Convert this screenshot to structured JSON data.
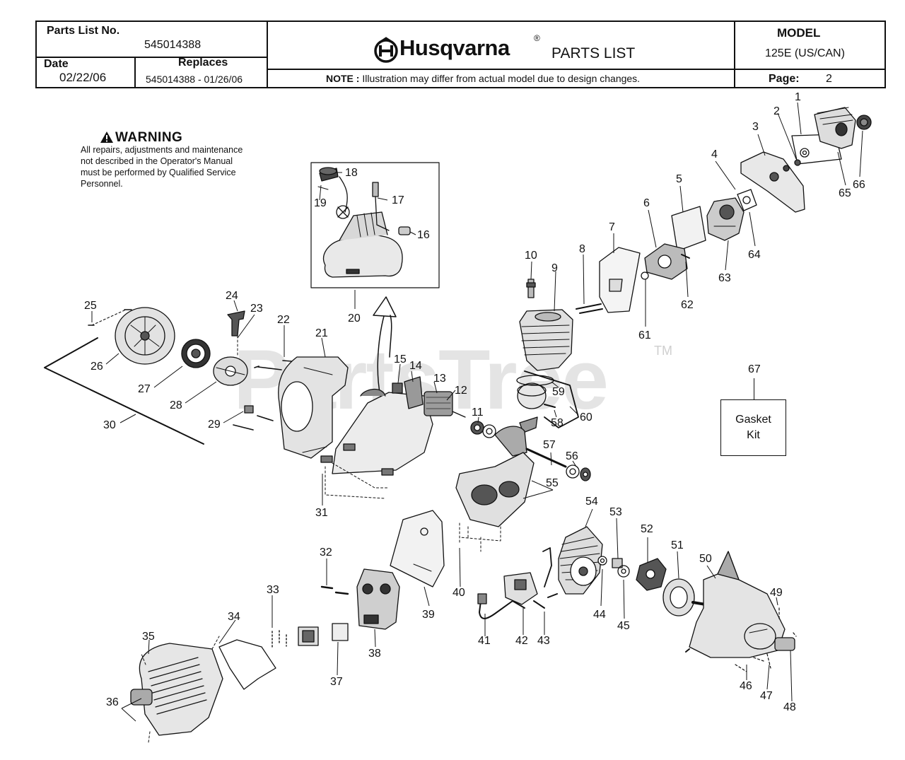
{
  "header": {
    "parts_list_no_label": "Parts List No.",
    "parts_list_no": "545014388",
    "date_label": "Date",
    "date": "02/22/06",
    "replaces_label": "Replaces",
    "replaces": "545014388 - 01/26/06",
    "brand": "Husqvarna",
    "registered_mark": "®",
    "title": "PARTS LIST",
    "note_label": "NOTE :",
    "note_text": "Illustration may differ from actual model due to design changes.",
    "model_label": "MODEL",
    "model": "125E (US/CAN)",
    "page_label": "Page:",
    "page": "2"
  },
  "warning": {
    "title": "WARNING",
    "text": "All repairs, adjustments and maintenance not described in the Operator's Manual must be performed by Qualified Service Personnel."
  },
  "watermark": {
    "text": "PartsTree",
    "tm": "TM"
  },
  "gasket_kit": {
    "number": "67",
    "label_line1": "Gasket",
    "label_line2": "Kit"
  },
  "callouts": [
    "1",
    "2",
    "3",
    "4",
    "5",
    "6",
    "7",
    "8",
    "9",
    "10",
    "11",
    "12",
    "13",
    "14",
    "15",
    "16",
    "17",
    "18",
    "19",
    "20",
    "21",
    "22",
    "23",
    "24",
    "25",
    "26",
    "27",
    "28",
    "29",
    "30",
    "31",
    "32",
    "33",
    "34",
    "35",
    "36",
    "37",
    "38",
    "39",
    "40",
    "41",
    "42",
    "43",
    "44",
    "45",
    "46",
    "47",
    "48",
    "49",
    "50",
    "51",
    "52",
    "53",
    "54",
    "55",
    "56",
    "57",
    "58",
    "59",
    "60",
    "61",
    "62",
    "63",
    "64",
    "65",
    "66"
  ]
}
